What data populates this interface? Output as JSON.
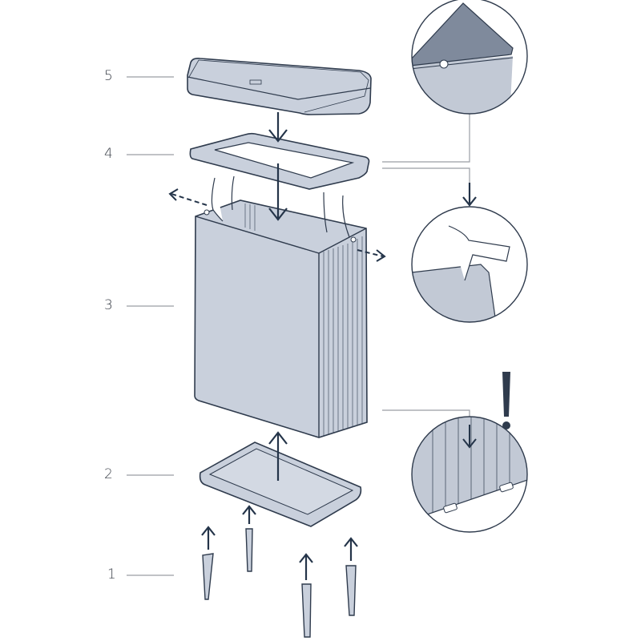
{
  "diagram": {
    "type": "assembly-instructions",
    "colors": {
      "part_fill": "#c9d0dc",
      "part_fill_dark": "#b7bfcc",
      "outline": "#2f3b4d",
      "arrow": "#243449",
      "leader_line": "#9a9ea5",
      "label_text": "#3a3f48",
      "lid_inner": "#7f8a9c"
    },
    "parts": [
      {
        "number": "5",
        "name": "lid"
      },
      {
        "number": "4",
        "name": "frame"
      },
      {
        "number": "3",
        "name": "body"
      },
      {
        "number": "2",
        "name": "base"
      },
      {
        "number": "1",
        "name": "legs"
      }
    ],
    "detail_views": [
      {
        "name": "lid-hinge-detail"
      },
      {
        "name": "press-frame-detail"
      },
      {
        "name": "base-clip-detail",
        "warning": "!"
      }
    ]
  }
}
